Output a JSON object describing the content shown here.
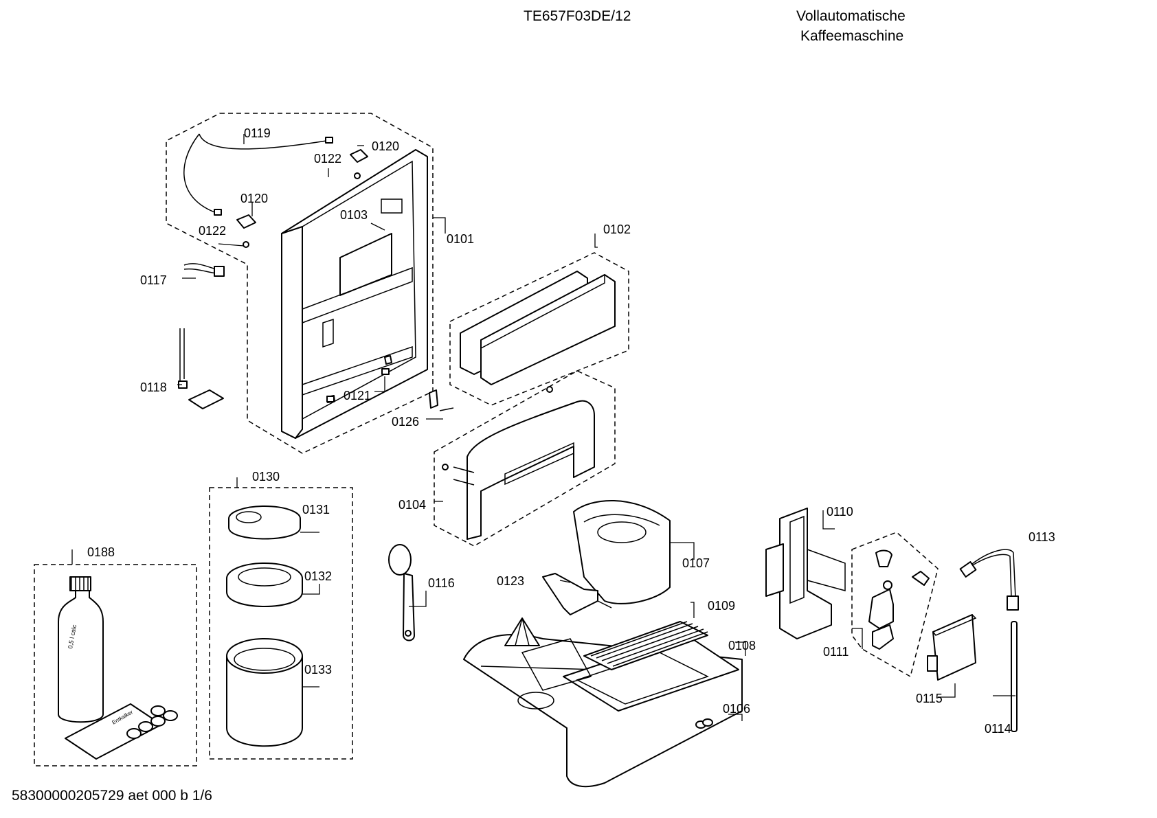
{
  "header": {
    "model": "TE657F03DE/12",
    "title_line1": "Vollautomatische",
    "title_line2": "Kaffeemaschine"
  },
  "footer": {
    "doc_id": "58300000205729 aet 000 b 1/6"
  },
  "part_labels": {
    "p0101": "0101",
    "p0102": "0102",
    "p0103": "0103",
    "p0104": "0104",
    "p0106": "0106",
    "p0107": "0107",
    "p0108": "0108",
    "p0109": "0109",
    "p0110": "0110",
    "p0111": "0111",
    "p0113": "0113",
    "p0114": "0114",
    "p0115": "0115",
    "p0116": "0116",
    "p0117": "0117",
    "p0118": "0118",
    "p0119": "0119",
    "p0120a": "0120",
    "p0120b": "0120",
    "p0121": "0121",
    "p0122a": "0122",
    "p0122b": "0122",
    "p0123": "0123",
    "p0126": "0126",
    "p0130": "0130",
    "p0131": "0131",
    "p0132": "0132",
    "p0133": "0133",
    "p0188": "0188"
  },
  "product_print": {
    "bottle_label": "0,5 l calc",
    "packet_label": "Entkalker"
  }
}
